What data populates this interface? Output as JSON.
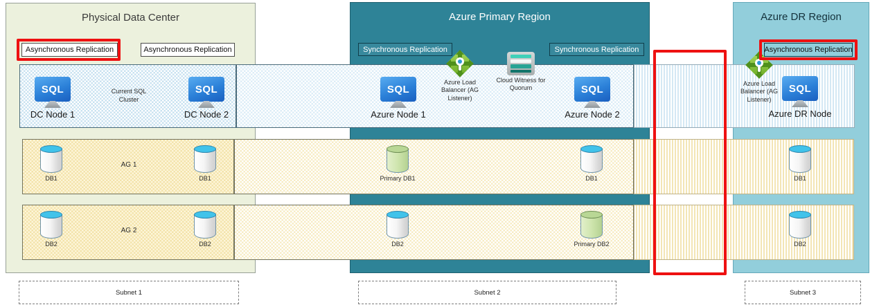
{
  "regions": {
    "dc": {
      "title": "Physical Data Center"
    },
    "primary": {
      "title": "Azure Primary Region"
    },
    "dr": {
      "title": "Azure DR Region"
    }
  },
  "replication_badges": {
    "dc_async_1": "Asynchronous Replication",
    "dc_async_2": "Asynchronous Replication",
    "primary_sync_1": "Synchronous Replication",
    "primary_sync_2": "Synchronous Replication",
    "dr_async": "Asynchronous Replication"
  },
  "sql_cluster_band": {
    "sql_icon_text": "SQL",
    "dc_node_1": "DC Node 1",
    "dc_node_2": "DC Node 2",
    "cluster_note": "Current SQL Cluster",
    "azure_node_1": "Azure Node 1",
    "azure_node_2": "Azure Node 2",
    "dr_node": "Azure DR Node",
    "load_balancer_primary": "Azure Load Balancer (AG Listener)",
    "cloud_witness": "Cloud Witness for Quorum",
    "load_balancer_dr": "Azure Load Balancer (AG Listener)"
  },
  "ag1": {
    "label": "AG 1",
    "dc_db_1": "DB1",
    "dc_db_2": "DB1",
    "primary_db": "Primary DB1",
    "secondary_db": "DB1",
    "dr_db": "DB1"
  },
  "ag2": {
    "label": "AG 2",
    "dc_db_1": "DB2",
    "dc_db_2": "DB2",
    "secondary_db": "DB2",
    "primary_db": "Primary DB2",
    "dr_db": "DB2"
  },
  "subnets": {
    "subnet1": "Subnet 1",
    "subnet2": "Subnet 2",
    "subnet3": "Subnet 3"
  },
  "colors": {
    "highlight_red": "#ee1111",
    "primary_region_teal": "#2e8397",
    "dr_region_blue": "#92cedb",
    "dc_panel_green": "#ecf1dd",
    "cluster_band_blue": "#dcedf7",
    "ag_band_yellow": "#f7ecc4",
    "primary_db_green": "#cfe5ae",
    "db_top_blue": "#41c3ea",
    "sql_icon_blue": "#2b80d8",
    "load_balancer_green": "#69aa23",
    "cloud_witness_teal": "#3fd0b8"
  }
}
